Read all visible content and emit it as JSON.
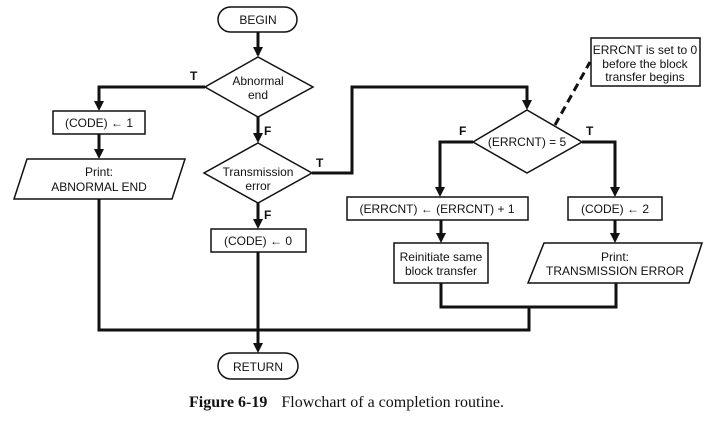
{
  "nodes": {
    "begin": "BEGIN",
    "abnormal_end": [
      "Abnormal",
      "end"
    ],
    "code1": "(CODE) ← 1",
    "print_abnormal": [
      "Print:",
      "ABNORMAL END"
    ],
    "transmission_error": [
      "Transmission",
      "error"
    ],
    "code0": "(CODE) ← 0",
    "errcnt_check": "(ERRCNT) = 5",
    "note": [
      "ERRCNT is set to 0",
      "before the block",
      "transfer begins"
    ],
    "errcnt_inc": "(ERRCNT) ← (ERRCNT) + 1",
    "code2": "(CODE) ← 2",
    "reinitiate": [
      "Reinitiate same",
      "block transfer"
    ],
    "print_transmission": [
      "Print:",
      "TRANSMISSION ERROR"
    ],
    "return": "RETURN"
  },
  "branch_labels": {
    "abnormal_true": "T",
    "abnormal_false": "F",
    "transmission_true": "T",
    "transmission_false": "F",
    "errcnt_false": "F",
    "errcnt_true": "T"
  },
  "caption": {
    "label": "Figure 6-19",
    "text": "Flowchart of a completion routine."
  }
}
